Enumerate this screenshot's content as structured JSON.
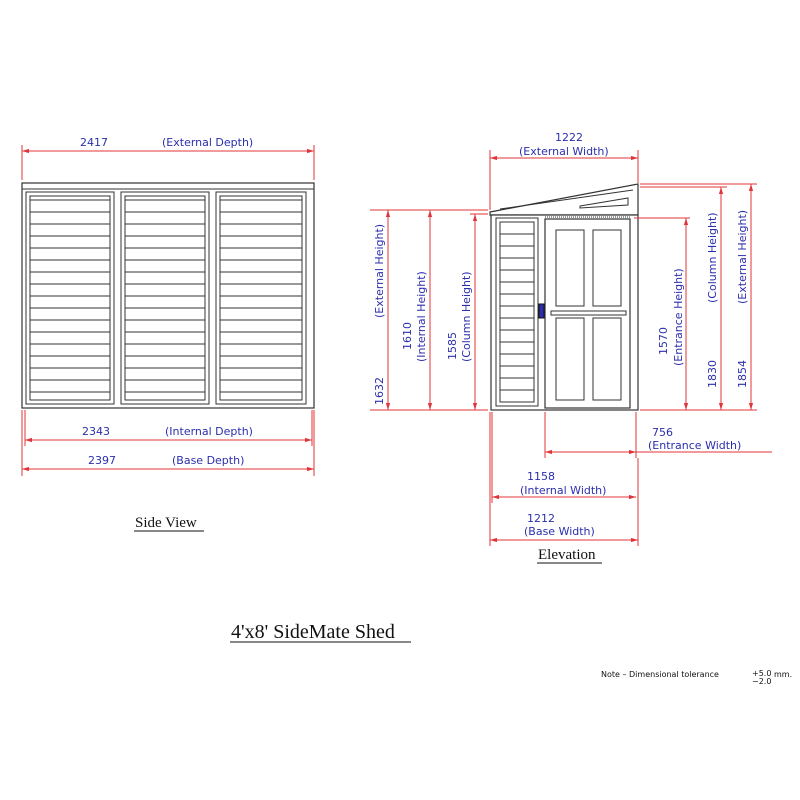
{
  "title": "4'x8' SideMate Shed",
  "note": {
    "text": "Note  –  Dimensional  tolerance",
    "plus": "+5.0",
    "minus": "−2.0",
    "unit": "mm."
  },
  "colors": {
    "dimension_text": "#2b2fae",
    "dimension_line": "#e0343a",
    "outline": "#333333"
  },
  "side_view": {
    "caption": "Side View",
    "external_depth": {
      "value": "2417",
      "label": "(External Depth)"
    },
    "internal_depth": {
      "value": "2343",
      "label": "(Internal Depth)"
    },
    "base_depth": {
      "value": "2397",
      "label": "(Base Depth)"
    }
  },
  "elevation": {
    "caption": "Elevation",
    "external_width": {
      "value": "1222",
      "label": "(External Width)"
    },
    "left_external_height": {
      "value": "1632",
      "label": "(External Height)"
    },
    "internal_height": {
      "value": "1610",
      "label": "(Internal Height)"
    },
    "left_column_height": {
      "value": "1585",
      "label": "(Column Height)"
    },
    "entrance_height": {
      "value": "1570",
      "label": "(Entrance Height)"
    },
    "right_column_height": {
      "value": "1830",
      "label": "(Column Height)"
    },
    "right_external_height": {
      "value": "1854",
      "label": "(External Height)"
    },
    "entrance_width": {
      "value": "756",
      "label": "(Entrance Width)"
    },
    "internal_width": {
      "value": "1158",
      "label": "(Internal Width)"
    },
    "base_width": {
      "value": "1212",
      "label": "(Base Width)"
    }
  }
}
